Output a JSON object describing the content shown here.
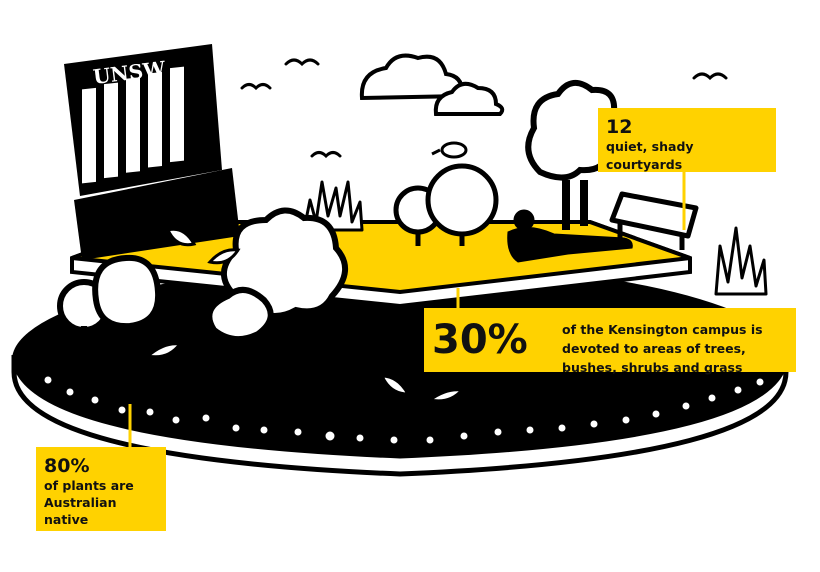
{
  "building": {
    "sign": "UNSW"
  },
  "stats": {
    "courtyards": {
      "value": "12",
      "text": "quiet, shady courtyards"
    },
    "campus": {
      "value": "30%",
      "text": "of the Kensington campus is devoted to areas of trees, bushes, shrubs and grass"
    },
    "native": {
      "value": "80%",
      "text": "of plants are Australian native"
    }
  },
  "colors": {
    "accent": "#FFD200",
    "ink": "#000000",
    "paper": "#FFFFFF"
  }
}
